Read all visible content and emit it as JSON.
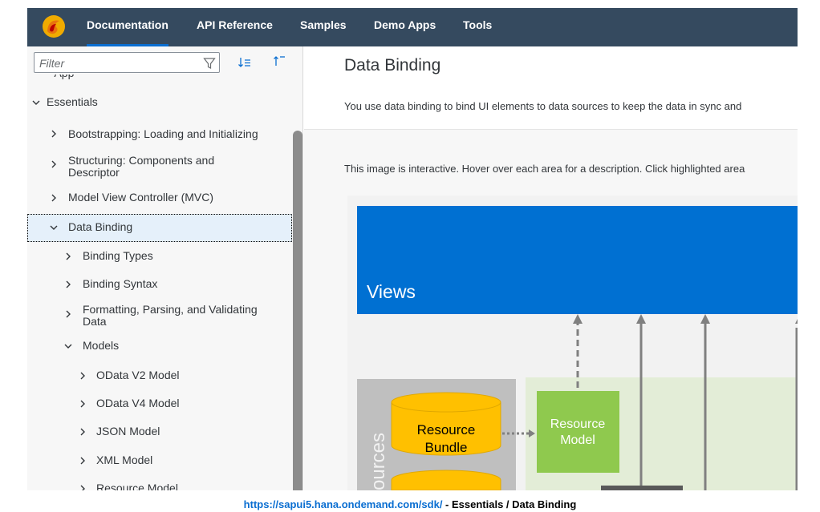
{
  "nav": {
    "tabs": [
      {
        "label": "Documentation",
        "active": true
      },
      {
        "label": "API Reference",
        "active": false
      },
      {
        "label": "Samples",
        "active": false
      },
      {
        "label": "Demo Apps",
        "active": false
      },
      {
        "label": "Tools",
        "active": false
      }
    ]
  },
  "sidebar": {
    "filter_placeholder": "Filter",
    "items": [
      {
        "label": "Essentials",
        "expanded": true,
        "level": 0
      },
      {
        "label": "Bootstrapping: Loading and Initializing",
        "expanded": false,
        "level": 1
      },
      {
        "label": "Structuring: Components and Descriptor",
        "expanded": false,
        "level": 1
      },
      {
        "label": "Model View Controller (MVC)",
        "expanded": false,
        "level": 1
      },
      {
        "label": "Data Binding",
        "expanded": true,
        "level": 1,
        "selected": true
      },
      {
        "label": "Binding Types",
        "expanded": false,
        "level": 2
      },
      {
        "label": "Binding Syntax",
        "expanded": false,
        "level": 2
      },
      {
        "label": "Formatting, Parsing, and Validating Data",
        "expanded": false,
        "level": 2
      },
      {
        "label": "Models",
        "expanded": true,
        "level": 2
      },
      {
        "label": "OData V2 Model",
        "expanded": false,
        "level": 3
      },
      {
        "label": "OData V4 Model",
        "expanded": false,
        "level": 3
      },
      {
        "label": "JSON Model",
        "expanded": false,
        "level": 3
      },
      {
        "label": "XML Model",
        "expanded": false,
        "level": 3
      },
      {
        "label": "Resource Model",
        "expanded": false,
        "level": 3
      }
    ]
  },
  "content": {
    "title": "Data Binding",
    "description": "You use data binding to bind UI elements to data sources to keep the data in sync and",
    "interactive_note": "This image is interactive. Hover over each area for a description. Click highlighted area",
    "diagram": {
      "views_label": "Views",
      "resource_bundle_label": [
        "Resource",
        "Bundle"
      ],
      "resource_model_label": [
        "Resource",
        "Model"
      ],
      "side_label": "ources"
    }
  },
  "caption": {
    "url": "https://sapui5.hana.ondemand.com/sdk/",
    "path": " - Essentials / Data Binding"
  },
  "colors": {
    "topbar": "#354a5f",
    "accent": "#0a6ed1",
    "views_blue": "#0070d2",
    "cylinder_yellow": "#ffc000",
    "model_green": "#8fc94e",
    "green_area": "#e3edd7",
    "gray_area": "#bfbfbf",
    "arrow_gray": "#808080"
  }
}
